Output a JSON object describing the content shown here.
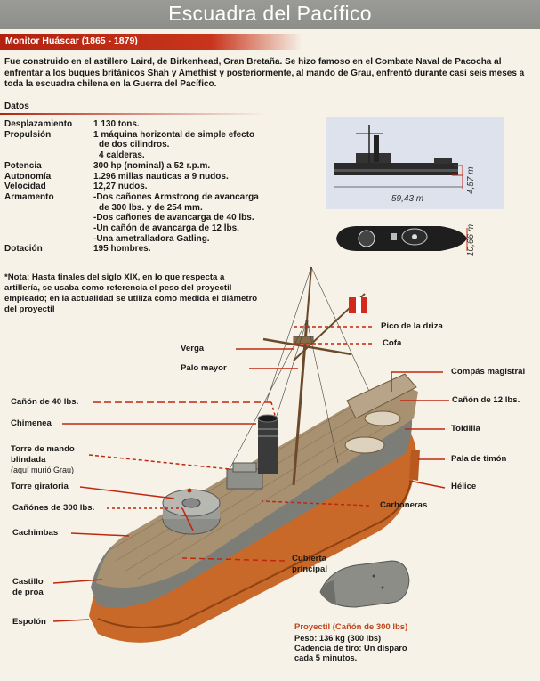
{
  "header": {
    "title": "Escuadra del Pacífico"
  },
  "section": {
    "title": "Monitor Huáscar (1865 - 1879)"
  },
  "intro": "Fue construido en el astillero Laird, de Birkenhead, Gran Bretaña. Se hizo famoso en el Combate Naval de Pacocha al enfrentar a los buques británicos Shah y Amethist y posteriormente, al mando de Grau, enfrentó durante casi seis meses a toda la escuadra chilena en la Guerra del Pacífico.",
  "datos": {
    "title": "Datos",
    "rows": [
      {
        "key": "Desplazamiento",
        "lines": [
          "1 130 tons."
        ]
      },
      {
        "key": "Propulsión",
        "lines": [
          "1 máquina horizontal de simple efecto",
          "de dos cilindros.",
          "4 calderas."
        ]
      },
      {
        "key": "Potencia",
        "lines": [
          "300 hp (nominal) a 52 r.p.m."
        ]
      },
      {
        "key": "Autonomía",
        "lines": [
          "1.296 millas nauticas a 9 nudos."
        ]
      },
      {
        "key": "Velocidad",
        "lines": [
          "12,27 nudos."
        ]
      },
      {
        "key": "Armamento",
        "lines": [
          "-Dos cañones Armstrong de avancarga",
          "de 300 lbs. y de 254 mm.",
          "-Dos cañones  de avancarga de 40 lbs.",
          "-Un cañón de avancarga de 12 lbs.",
          "-Una ametralladora Gatling."
        ]
      },
      {
        "key": "Dotación",
        "lines": [
          "195 hombres."
        ]
      }
    ]
  },
  "nota": "*Nota: Hasta finales del siglo XIX, en lo que respecta a artillería, se usaba como referencia el peso del proyectil empleado; en la actualidad se utiliza como medida el diámetro del proyectil",
  "dimensions": {
    "length": "59,43 m",
    "height": "4,57 m",
    "beam": "10,66 m"
  },
  "labels": {
    "pico": "Pico de la driza",
    "cofa": "Cofa",
    "verga": "Verga",
    "palo_mayor": "Palo mayor",
    "compas": "Compás magistral",
    "canon40": "Cañón de 40 lbs.",
    "canon12": "Cañón de 12 lbs.",
    "chimenea": "Chimenea",
    "toldilla": "Toldilla",
    "torre_mando": "Torre de mando",
    "blindada": "blindada",
    "aqui_murio": "(aquí murió Grau)",
    "pala": "Pala de timón",
    "helice": "Hélice",
    "torre_giratoria": "Torre giratoria",
    "carboneras": "Carboneras",
    "canones300": "Cañónes  de 300 lbs.",
    "cachimbas": "Cachimbas",
    "cubierta1": "Cubierta",
    "cubierta2": "principal",
    "castillo1": "Castillo",
    "castillo2": "de proa",
    "espolon": "Espolón"
  },
  "proyectil": {
    "title": "Proyectil (Cañón de 300 lbs)",
    "lines": [
      "Peso: 136 kg (300 lbs)",
      "Cadencia de tiro: Un disparo cada 5 minutos."
    ]
  },
  "colors": {
    "banner": "#8f8f8b",
    "accent": "#b4220e",
    "callout": "#c0270f",
    "hull": "#c8692a",
    "deck": "#a89170"
  }
}
